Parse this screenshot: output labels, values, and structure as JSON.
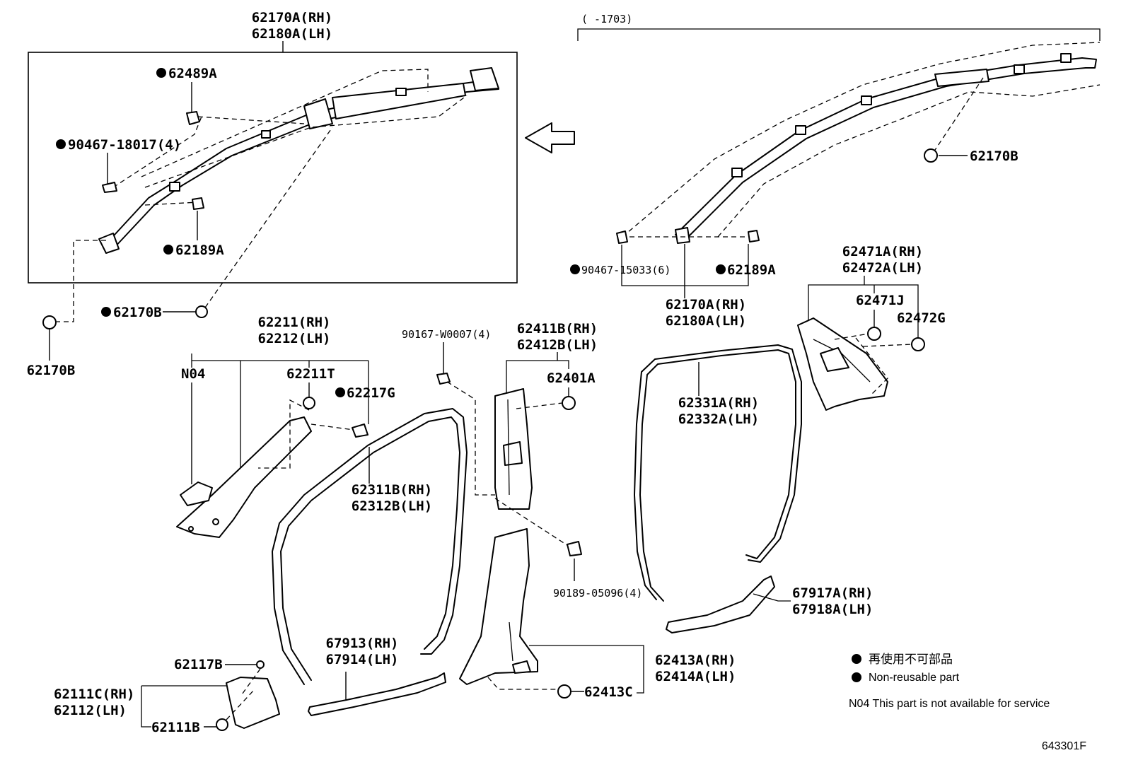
{
  "labels": {
    "upper_airbag_rh": "62170A(RH)",
    "upper_airbag_lh": "62180A(LH)",
    "p62489a": "62489A",
    "p90467_18017": "90467-18017(4)",
    "p62189a_left": "62189A",
    "p62170b_box": "62170B",
    "p62170b_outside": "62170B",
    "range_note": "(      -1703)",
    "p62170b_right": "62170B",
    "p90467_15033": "90467-15033(6)",
    "p62189a_right": "62189A",
    "lower_airbag_rh": "62170A(RH)",
    "lower_airbag_lh": "62180A(LH)",
    "p62211_rh": "62211(RH)",
    "p62212_lh": "62212(LH)",
    "n04": "N04",
    "p62211t": "62211T",
    "p62217g": "62217G",
    "p62311b_rh": "62311B(RH)",
    "p62312b_lh": "62312B(LH)",
    "p90167": "90167-W0007(4)",
    "p62411b_rh": "62411B(RH)",
    "p62412b_lh": "62412B(LH)",
    "p62401a": "62401A",
    "p90189": "90189-05096(4)",
    "p62331a_rh": "62331A(RH)",
    "p62332a_lh": "62332A(LH)",
    "p62471a_rh": "62471A(RH)",
    "p62472a_lh": "62472A(LH)",
    "p62471j": "62471J",
    "p62472g": "62472G",
    "p67917a_rh": "67917A(RH)",
    "p67918a_lh": "67918A(LH)",
    "p62413a_rh": "62413A(RH)",
    "p62414a_lh": "62414A(LH)",
    "p62413c": "62413C",
    "p67913_rh": "67913(RH)",
    "p67914_lh": "67914(LH)",
    "p62117b": "62117B",
    "p62111c_rh": "62111C(RH)",
    "p62112_lh": "62112(LH)",
    "p62111b": "62111B"
  },
  "legend": {
    "non_reusable_jp": "再使用不可部品",
    "non_reusable_en": "Non-reusable part",
    "n04_note": "N04  This part is not available for service"
  },
  "figure_id": "643301F"
}
